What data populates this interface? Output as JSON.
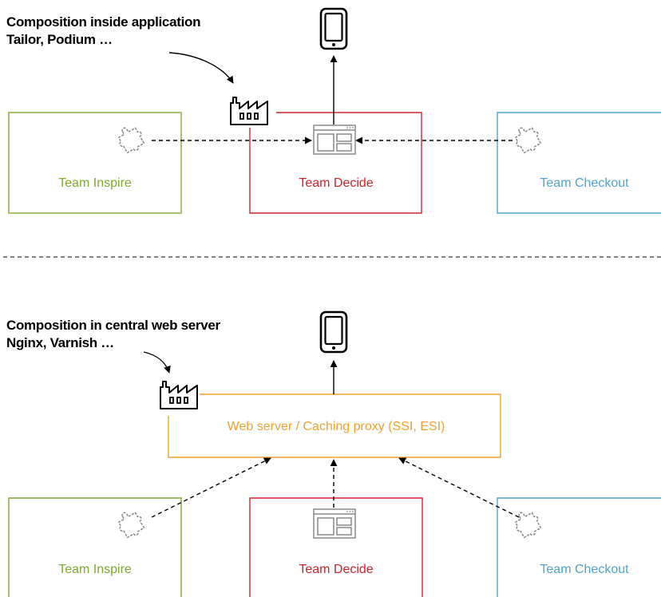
{
  "colors": {
    "inspire": "#7fa82c",
    "decide": "#d2222d",
    "checkout": "#4fa3cc",
    "proxy": "#f0a030",
    "icon_gray": "#888888",
    "ink": "#000000"
  },
  "top": {
    "annotation_line1": "Composition inside application",
    "annotation_line2": "Tailor, Podium …",
    "team_inspire": "Team Inspire",
    "team_decide": "Team Decide",
    "team_checkout": "Team Checkout"
  },
  "bottom": {
    "annotation_line1": "Composition in central web server",
    "annotation_line2": "Nginx, Varnish …",
    "proxy_label": "Web server / Caching proxy (SSI, ESI)",
    "team_inspire": "Team Inspire",
    "team_decide": "Team Decide",
    "team_checkout": "Team Checkout"
  },
  "icons": [
    "device-icon",
    "factory-icon",
    "puzzle-icon",
    "page-layout-icon"
  ]
}
